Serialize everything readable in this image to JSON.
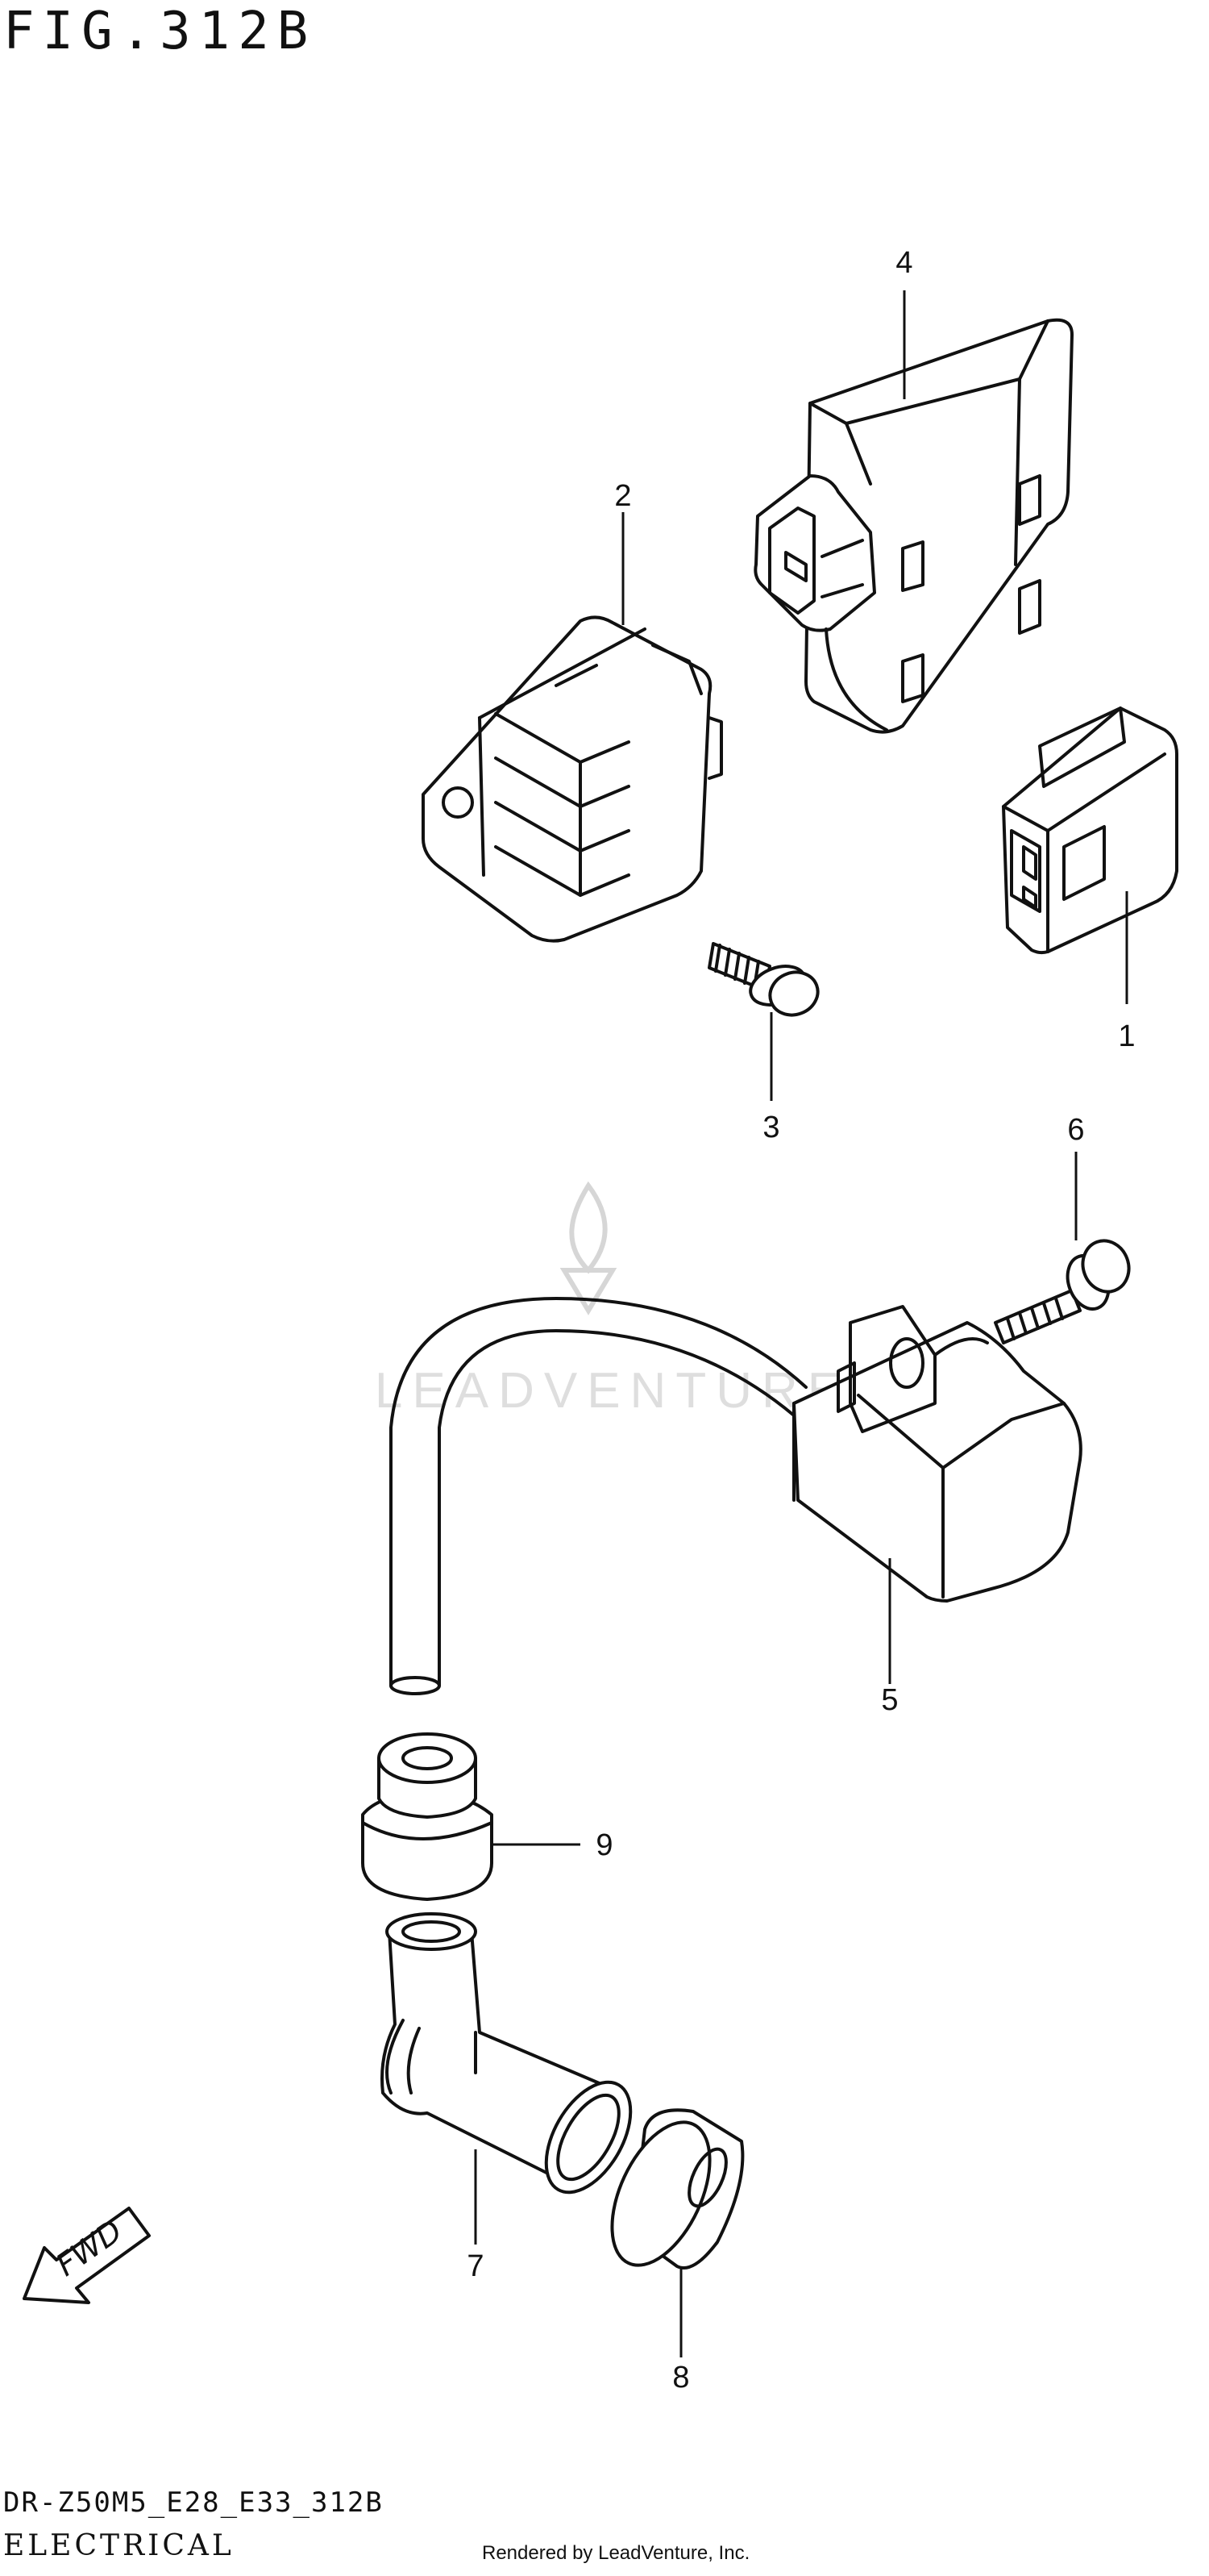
{
  "figure": {
    "title": "FIG.312B"
  },
  "watermark": {
    "text": "LEADVENTURE"
  },
  "callouts": {
    "c1": "1",
    "c2": "2",
    "c3": "3",
    "c4": "4",
    "c5": "5",
    "c6": "6",
    "c7": "7",
    "c8": "8",
    "c9": "9"
  },
  "fwd_label": "FWD",
  "footer": {
    "code": "DR-Z50M5_E28_E33_312B",
    "category": "ELECTRICAL",
    "credit": "Rendered by LeadVenture, Inc."
  }
}
